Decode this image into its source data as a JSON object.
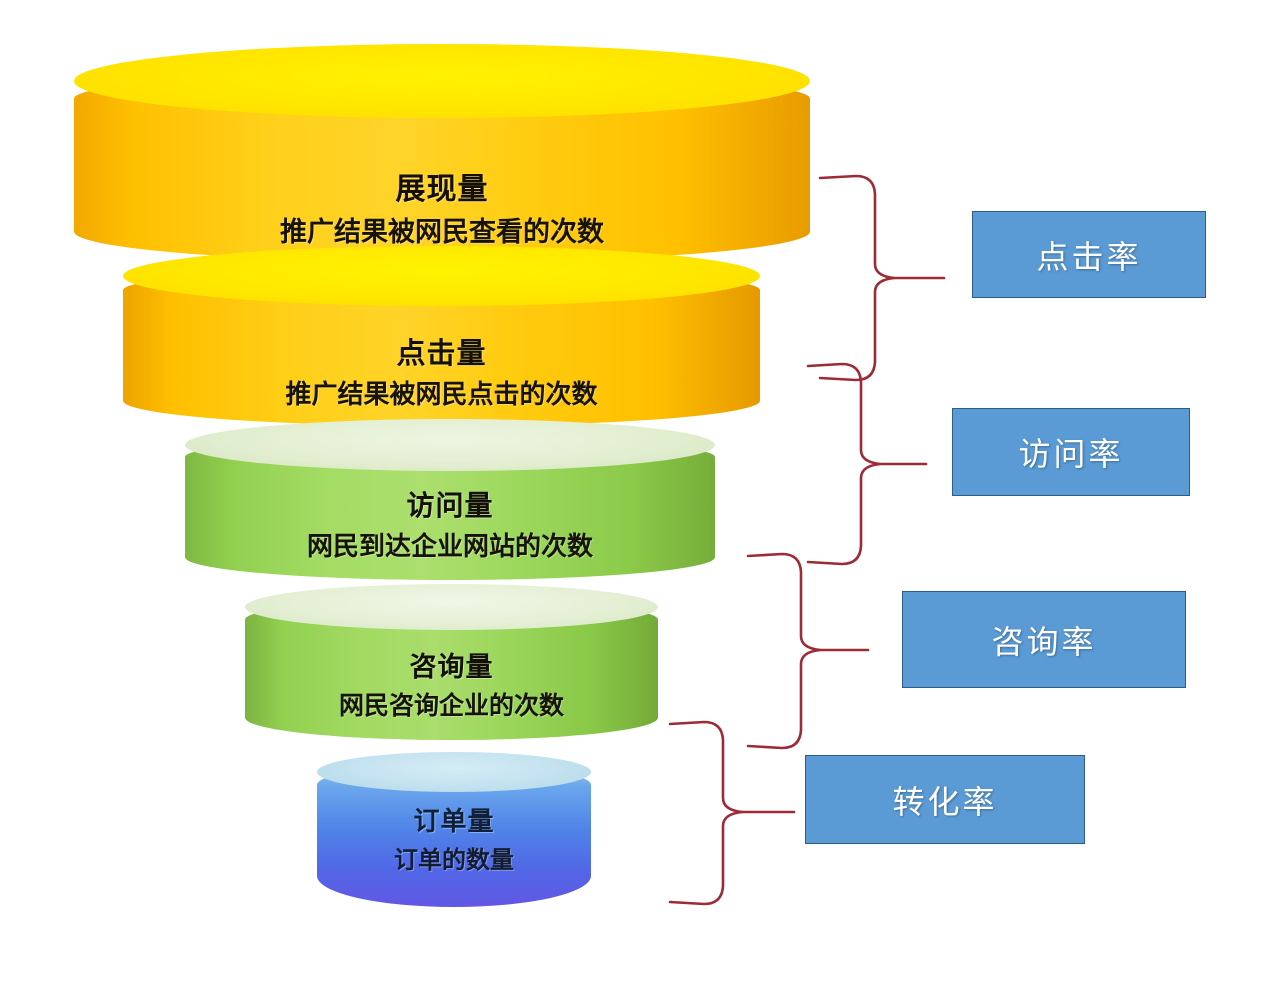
{
  "diagram": {
    "type": "marketing-conversion-funnel",
    "funnel_layers": [
      {
        "id": "impressions",
        "title": "展现量",
        "description": "推广结果被网民查看的次数",
        "color": "#FFC000",
        "top_color": "#FFE800"
      },
      {
        "id": "clicks",
        "title": "点击量",
        "description": "推广结果被网民点击的次数",
        "color": "#FFC000",
        "top_color": "#FFE800"
      },
      {
        "id": "visits",
        "title": "访问量",
        "description": "网民到达企业网站的次数",
        "color": "#92D050",
        "top_color": "#E2EED0"
      },
      {
        "id": "inquiries",
        "title": "咨询量",
        "description": "网民咨询企业的次数",
        "color": "#92D050",
        "top_color": "#E4EFD4"
      },
      {
        "id": "orders",
        "title": "订单量",
        "description": "订单的数量",
        "color": "#4F83E8",
        "top_color": "#C2E1EF"
      }
    ],
    "metrics": [
      {
        "id": "click-through-rate",
        "label": "点击率",
        "between": [
          "展现量",
          "点击量"
        ],
        "color": "#5B9BD5"
      },
      {
        "id": "visit-rate",
        "label": "访问率",
        "between": [
          "点击量",
          "访问量"
        ],
        "color": "#5B9BD5"
      },
      {
        "id": "inquiry-rate",
        "label": "咨询率",
        "between": [
          "访问量",
          "咨询量"
        ],
        "color": "#5B9BD5"
      },
      {
        "id": "conversion-rate",
        "label": "转化率",
        "between": [
          "咨询量",
          "订单量"
        ],
        "color": "#5B9BD5"
      }
    ],
    "connector_color": "#9C2B35",
    "background_color": "#FFFFFF"
  }
}
